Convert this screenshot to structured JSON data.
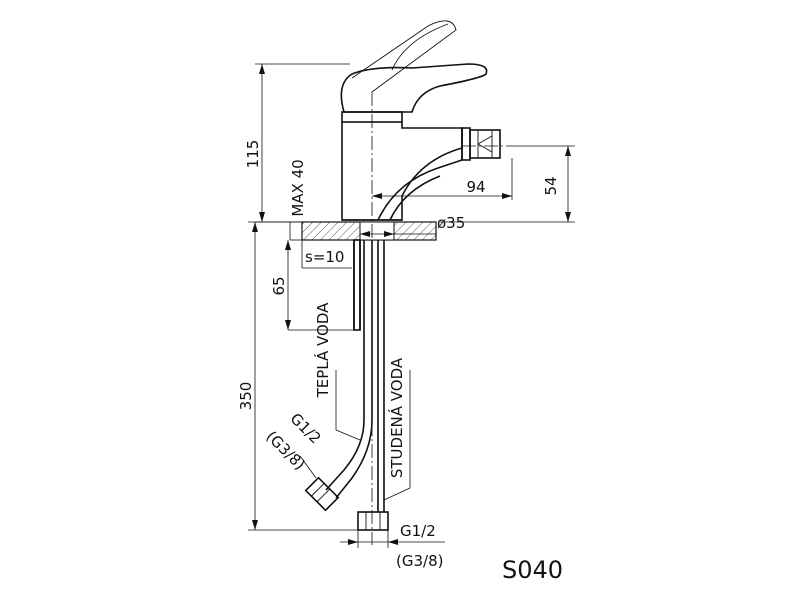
{
  "drawing": {
    "model": "S040",
    "dimensions": {
      "height": "115",
      "max_deck": "MAX 40",
      "reach": "94",
      "outlet_height": "54",
      "base_diameter": "ø35",
      "thickness": "s=10",
      "hose_top": "65",
      "hose_length": "350"
    },
    "labels": {
      "hot_water": "TEPLÁ VODA",
      "cold_water": "STUDENÁ VODA",
      "thread_hot": "G1/2",
      "thread_hot_alt": "(G3/8)",
      "thread_cold": "G1/2",
      "thread_cold_alt": "(G3/8)"
    }
  }
}
